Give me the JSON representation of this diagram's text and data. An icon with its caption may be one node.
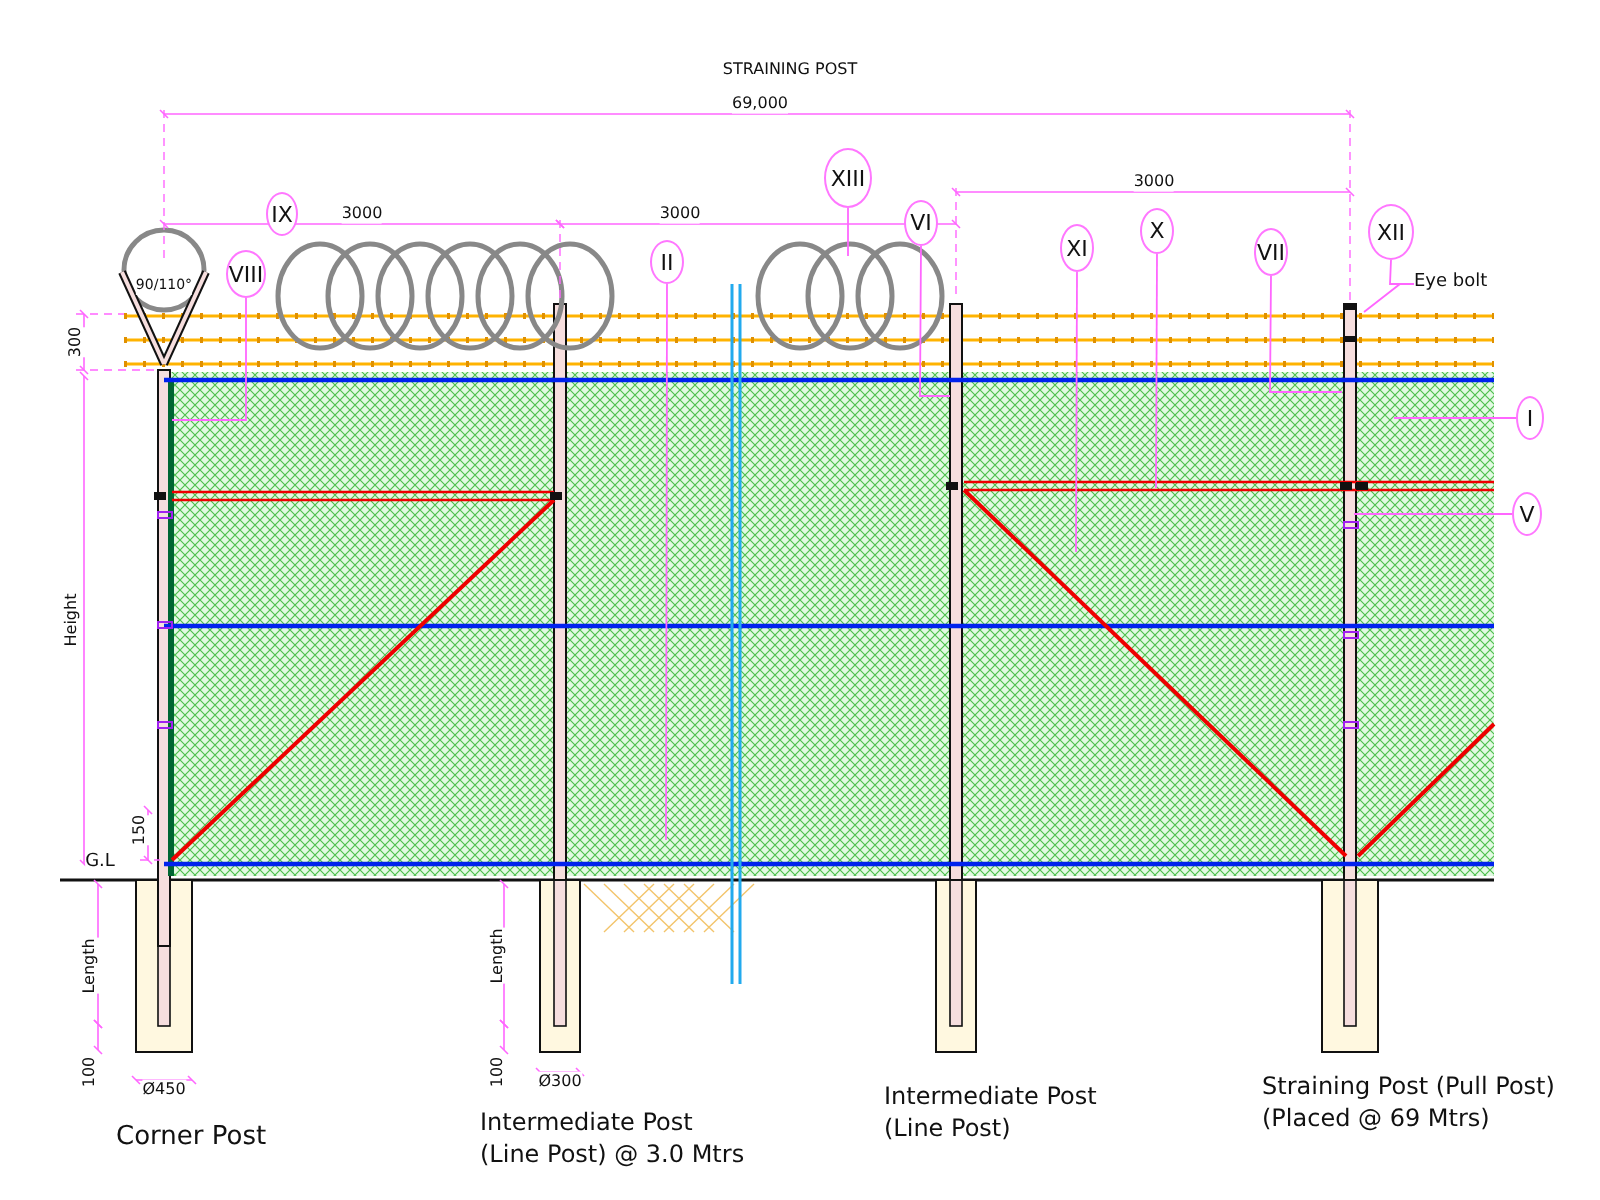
{
  "diagram": {
    "nodes": [
      {
        "text": [
          "VIII"
        ]
      },
      {
        "text": [
          "IX"
        ]
      },
      {
        "text": [
          "II"
        ]
      },
      {
        "text": [
          "XIII"
        ]
      },
      {
        "text": [
          "VI"
        ]
      },
      {
        "text": [
          "XI"
        ]
      },
      {
        "text": [
          "X"
        ]
      },
      {
        "text": [
          "VII"
        ]
      },
      {
        "text": [
          "XII"
        ]
      },
      {
        "text": [
          "Eye bolt"
        ]
      },
      {
        "text": [
          "I"
        ]
      },
      {
        "text": [
          "V"
        ]
      }
    ],
    "edges": [
      {
        "from": 0,
        "to": null,
        "arrow": "none"
      },
      {
        "from": 2,
        "to": null,
        "arrow": "none"
      },
      {
        "from": 3,
        "to": null,
        "arrow": "none"
      },
      {
        "from": 4,
        "to": null,
        "arrow": "none"
      },
      {
        "from": 5,
        "to": null,
        "arrow": "none"
      },
      {
        "from": 6,
        "to": null,
        "arrow": "none"
      },
      {
        "from": 7,
        "to": null,
        "arrow": "none"
      },
      {
        "from": 8,
        "to": 9,
        "arrow": "none"
      },
      {
        "from": 9,
        "to": null,
        "arrow": "none"
      },
      {
        "from": 10,
        "to": null,
        "arrow": "none"
      },
      {
        "from": 11,
        "to": null,
        "arrow": "none"
      }
    ],
    "labels": [
      "STRAINING POST",
      "69,000",
      "3000",
      "3000",
      "3000",
      "90/110°",
      "300",
      "Height",
      "150",
      "G.L",
      "Length",
      "100",
      "Ø450",
      "Length",
      "100",
      "Ø300",
      "Corner Post",
      "Intermediate Post (Line Post) @ 3.0 Mtrs",
      "Intermediate Post (Line Post)",
      "Straining Post (Pull Post) (Placed @ 69 Mtrs)"
    ]
  }
}
